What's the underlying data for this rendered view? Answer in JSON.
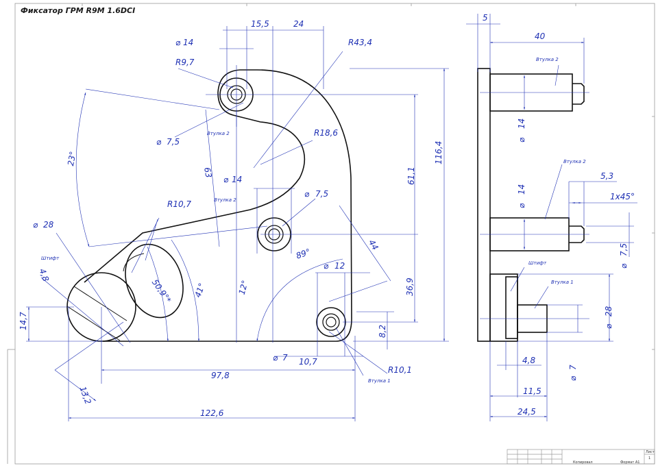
{
  "title": "Фиксатор ГРМ R9M 1.6DCI",
  "colors": {
    "outline": "#111111",
    "dimension": "#1d2fb3",
    "frame": "#9a9a9a"
  },
  "front_view": {
    "dimensions": {
      "d14_top": "14",
      "d155": "15,5",
      "d24": "24",
      "r434": "R43,4",
      "r97": "R9,7",
      "d75_top": "7,5",
      "a23": "23°",
      "d63": "63",
      "r186": "R18,6",
      "d14_mid": "14",
      "d75_mid": "7,5",
      "r107": "R10,7",
      "d611": "61,1",
      "d1164": "116,4",
      "d28": "28",
      "d44": "44",
      "a89": "89°",
      "d369": "36,9",
      "d48": "4,8",
      "a509": "50,9°*",
      "a41": "41°",
      "a12": "12°",
      "d12": "12",
      "d147": "14,7",
      "d82": "8,2",
      "d7": "7",
      "d107": "10,7",
      "r101": "R10,1",
      "d978": "97,8",
      "d132": "13,2",
      "d1226": "122,6"
    },
    "labels": {
      "bushing2_top": "Втулка 2",
      "bushing2_mid": "Втулка 2",
      "pin": "Штифт",
      "bushing1": "Втулка 1"
    }
  },
  "side_view": {
    "dimensions": {
      "d5": "5",
      "d40": "40",
      "d14_a": "14",
      "d14_b": "14",
      "d53": "5,3",
      "chamfer": "1x45°",
      "d75": "7,5",
      "d28": "28",
      "d48": "4,8",
      "d7": "7",
      "d115": "11,5",
      "d245": "24,5"
    },
    "labels": {
      "bushing2_top": "Втулка 2",
      "bushing2_mid": "Втулка 2",
      "pin": "Штифт",
      "bushing1": "Втулка 1"
    }
  },
  "title_block": {
    "copied": "Копировал",
    "format": "Формат А1",
    "sheet_label": "Лист",
    "sheet_no": "1"
  }
}
